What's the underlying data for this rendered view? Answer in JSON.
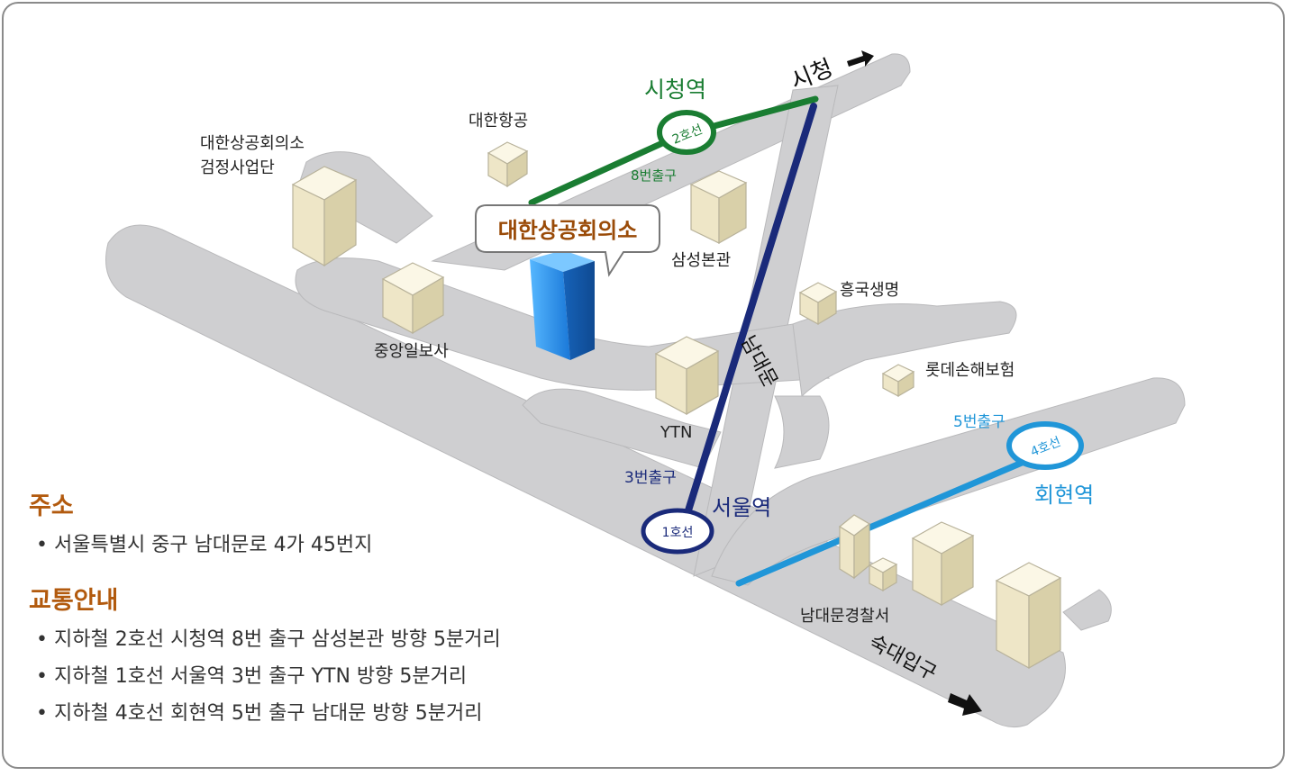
{
  "map": {
    "main_building": "대한상공회의소",
    "buildings": {
      "kcci_exam": [
        "대한상공회의소",
        "검정사업단"
      ],
      "korean_air": "대한항공",
      "samsung": "삼성본관",
      "heungkuk": "흥국생명",
      "joongang": "중앙일보사",
      "lotte": "롯데손해보험",
      "ytn": "YTN",
      "police": "남대문경찰서"
    },
    "stations": {
      "cityhall": "시청역",
      "seoul": "서울역",
      "hoehyeon": "회현역"
    },
    "line_badges": {
      "line2": "2호선",
      "line1": "1호선",
      "line4": "4호선"
    },
    "exits": {
      "exit8": "8번출구",
      "exit3": "3번출구",
      "exit5": "5번출구"
    },
    "road_labels": {
      "cityhall": "시청",
      "namdaemun": "남대문",
      "sookdae": "숙대입구"
    },
    "colors": {
      "line2": "#1a7d32",
      "line1": "#1a2a7a",
      "line4": "#2096d8",
      "road": "#cfcfd1",
      "main_building": "#1e7fd6"
    },
    "icons": [
      "arrow-right-icon"
    ]
  },
  "info": {
    "address_title": "주소",
    "address_items": [
      "서울특별시 중구 남대문로 4가 45번지"
    ],
    "transport_title": "교통안내",
    "transport_items": [
      "지하철 2호선 시청역 8번 출구 삼성본관 방향 5분거리",
      "지하철 1호선 서울역 3번 출구 YTN 방향 5분거리",
      "지하철 4호선 회현역 5번 출구 남대문 방향 5분거리"
    ]
  }
}
